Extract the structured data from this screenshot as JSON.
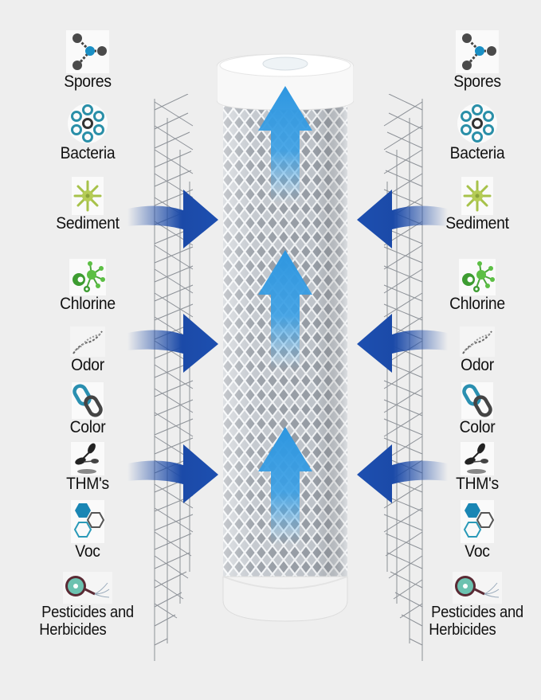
{
  "diagram": {
    "subject": "Carbon block water filter cartridge",
    "flow_arrows": {
      "inward_count_per_side": 3,
      "upward_count": 3
    },
    "colors": {
      "background": "#eeeeee",
      "inward_arrow": "#1b4aa8",
      "upward_arrow": "#2d96e0",
      "cap": "#f7f7f7",
      "mesh": "#8a8f96"
    }
  },
  "contaminants": [
    {
      "label": "Spores",
      "icon": "molecule-icon"
    },
    {
      "label": "Bacteria",
      "icon": "bacteria-ring-icon"
    },
    {
      "label": "Sediment",
      "icon": "sediment-star-icon"
    },
    {
      "label": "Chlorine",
      "icon": "chlorine-cluster-icon"
    },
    {
      "label": "Odor",
      "icon": "dna-strand-icon"
    },
    {
      "label": "Color",
      "icon": "chain-link-icon"
    },
    {
      "label": "THM's",
      "icon": "thm-drops-icon"
    },
    {
      "label": "Voc",
      "icon": "hexagon-cluster-icon"
    },
    {
      "label": "Pesticides and Herbicides",
      "label_line1": "Pesticides and",
      "label_line2": "Herbicides",
      "icon": "cell-icon"
    }
  ]
}
